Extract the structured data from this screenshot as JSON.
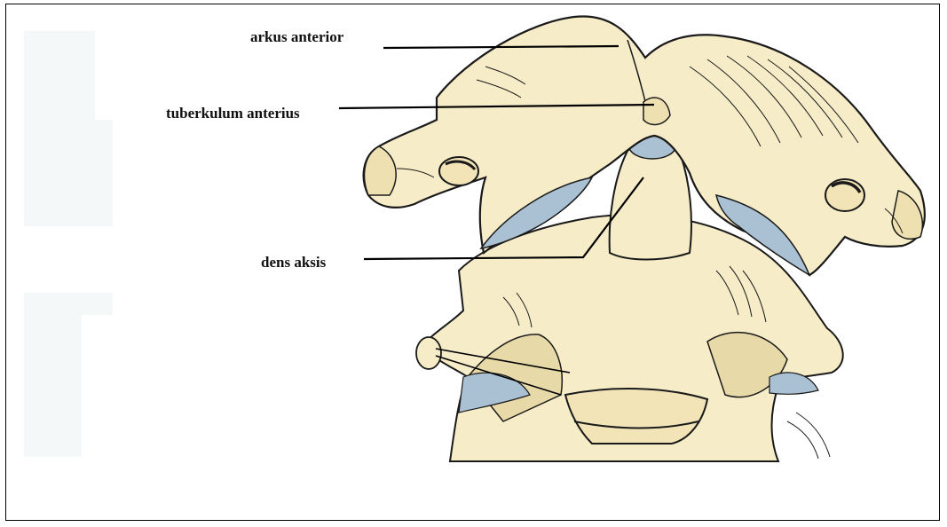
{
  "labels": {
    "arkus_anterior": "arkus anterior",
    "tuberkulum_anterius": "tuberkulum anterius",
    "dens_aksis": "dens aksis"
  },
  "colors": {
    "bone": "#f7ecc8",
    "bone_shadow": "#e8d9a8",
    "cartilage": "#a9c1d3",
    "ink": "#1a1a1a",
    "leader": "#000000"
  }
}
